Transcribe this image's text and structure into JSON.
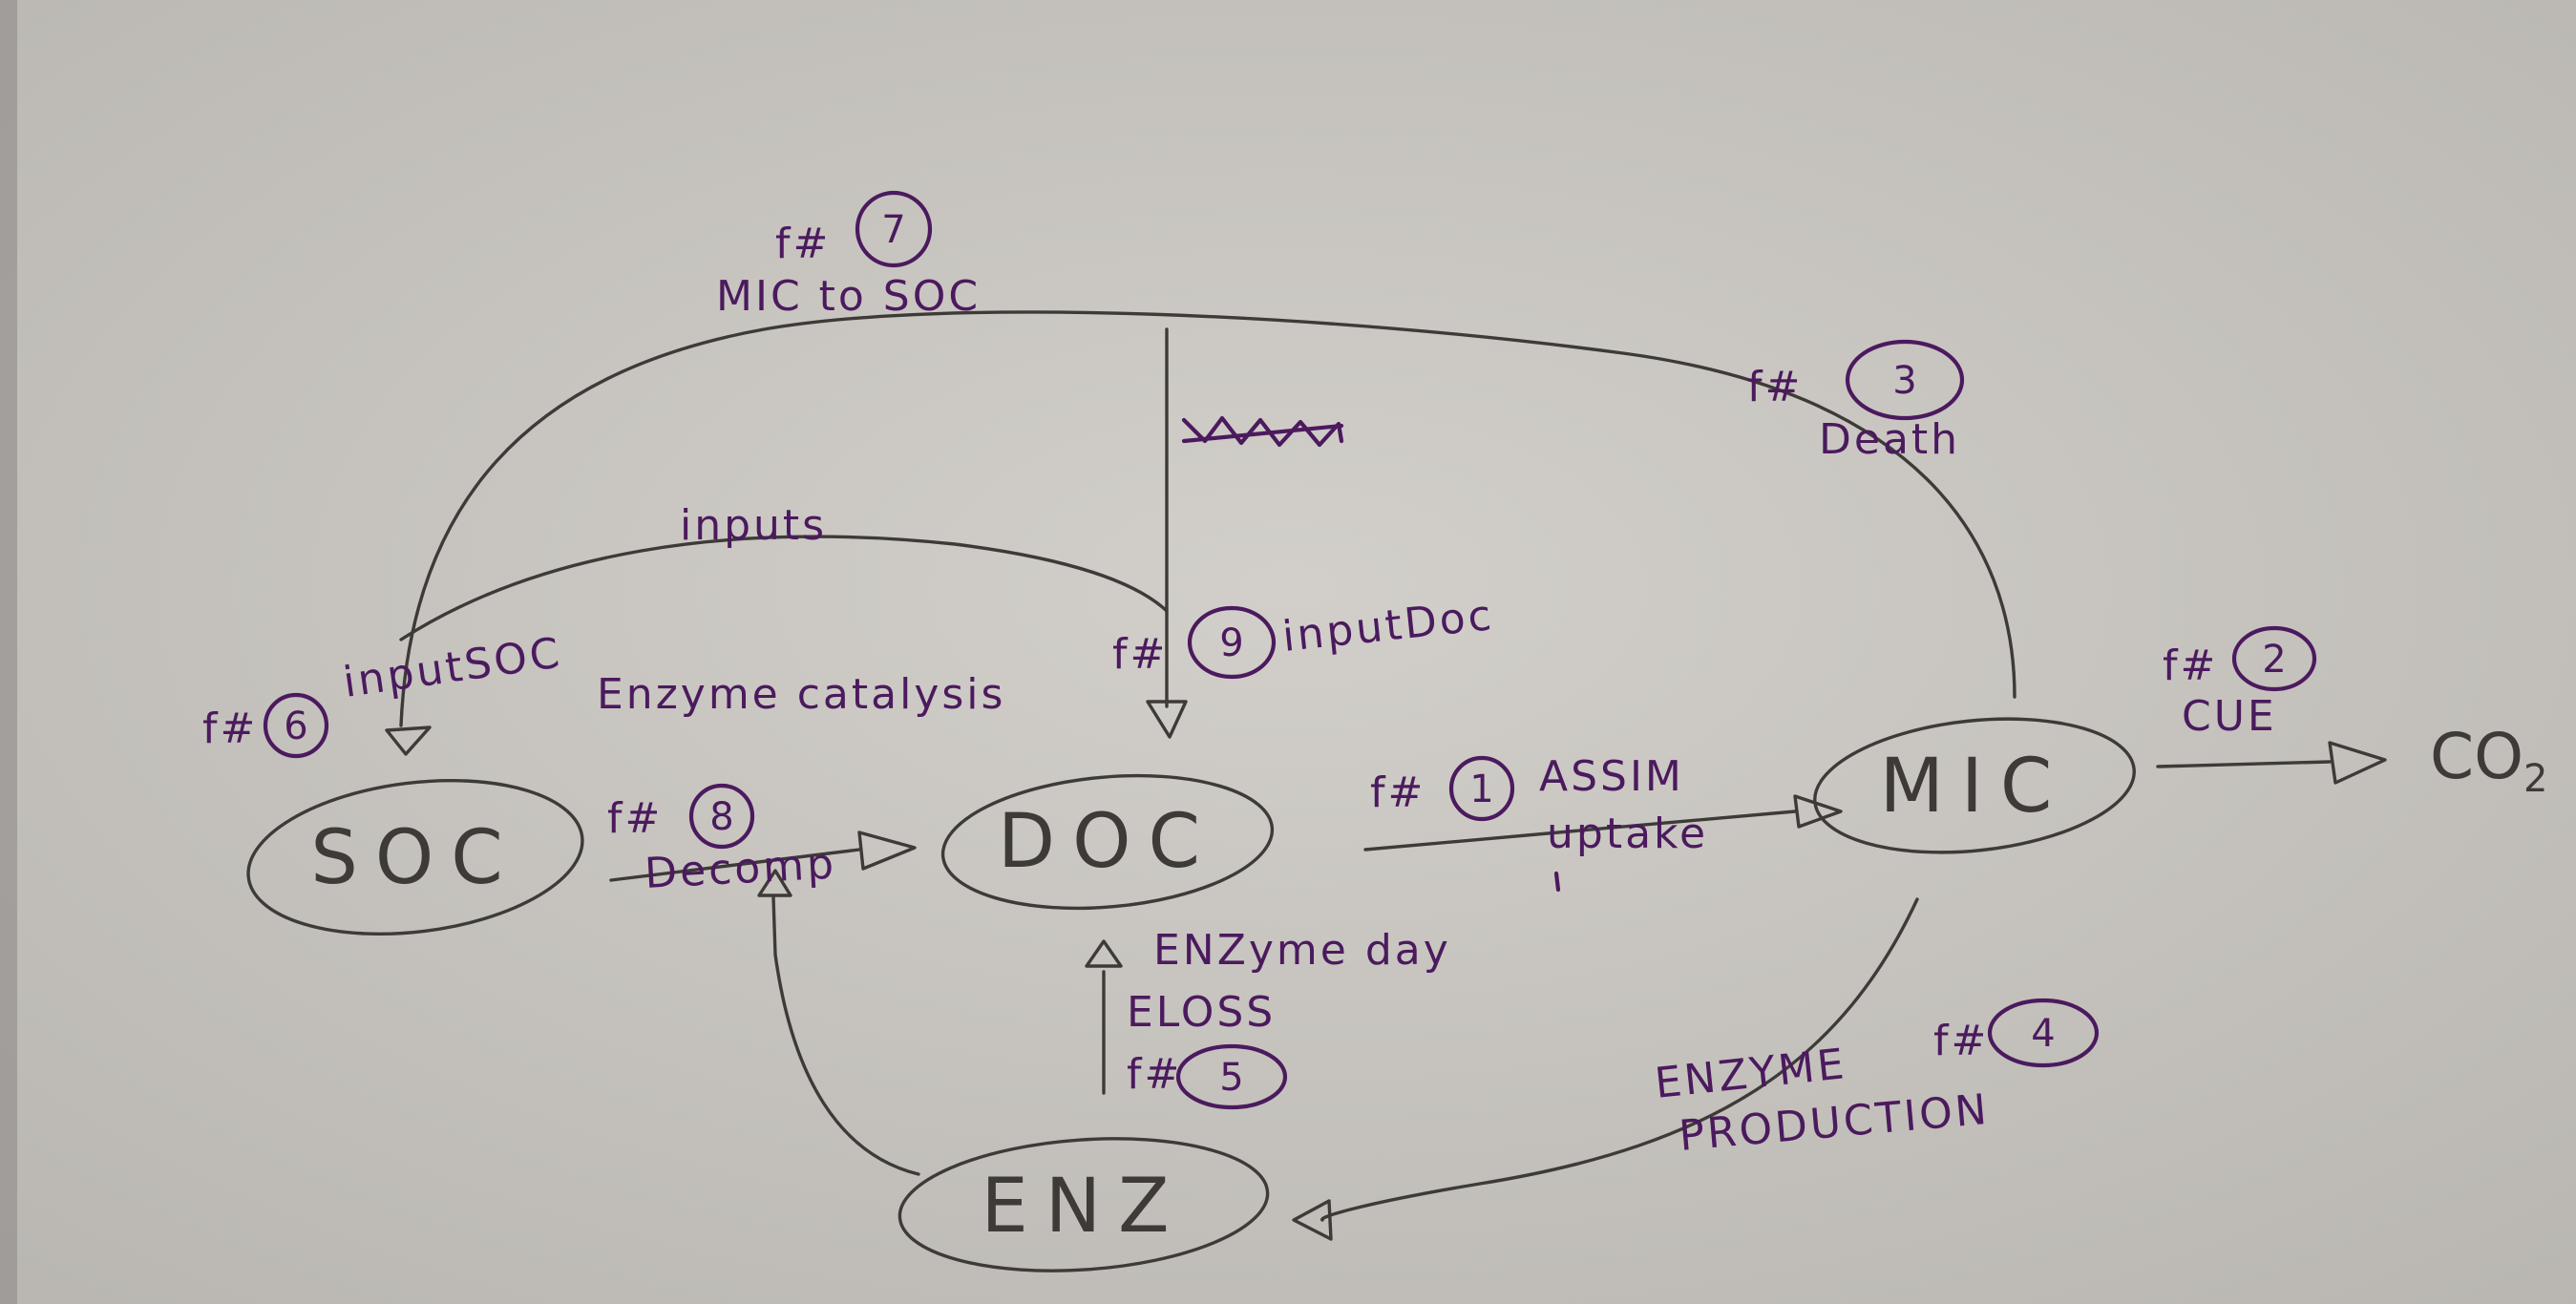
{
  "nodes": {
    "soc": "SOC",
    "doc": "DOC",
    "mic": "MIC",
    "enz": "ENZ",
    "co2": "CO"
  },
  "co2_subscript": "2",
  "flows": {
    "f1": {
      "prefix": "f#",
      "num": "1",
      "label": "ASSIM",
      "sublabel": "uptake"
    },
    "f2": {
      "prefix": "f#",
      "num": "2",
      "label": "CUE"
    },
    "f3": {
      "prefix": "f#",
      "num": "3",
      "label": "Death"
    },
    "f4": {
      "prefix": "f#",
      "num": "4",
      "label": "ENZYME",
      "label2": "PRODUCTION"
    },
    "f5": {
      "prefix": "f#",
      "num": "5",
      "label": "ELOSS",
      "label2": "ENZyme day"
    },
    "f6": {
      "prefix": "f#",
      "num": "6",
      "label": "inputSOC"
    },
    "f7": {
      "prefix": "f#",
      "num": "7",
      "label": "MIC to SOC"
    },
    "f8": {
      "prefix": "f#",
      "num": "8",
      "label": "Decomp"
    },
    "f9": {
      "prefix": "f#",
      "num": "9",
      "label": "inputDoc"
    }
  },
  "annotations": {
    "inputs": "inputs",
    "enzyme_catalysis": "Enzyme catalysis"
  },
  "colors": {
    "paper": "#c9c6c1",
    "pencil": "#3d3a38",
    "ink": "#4b1a5e"
  }
}
